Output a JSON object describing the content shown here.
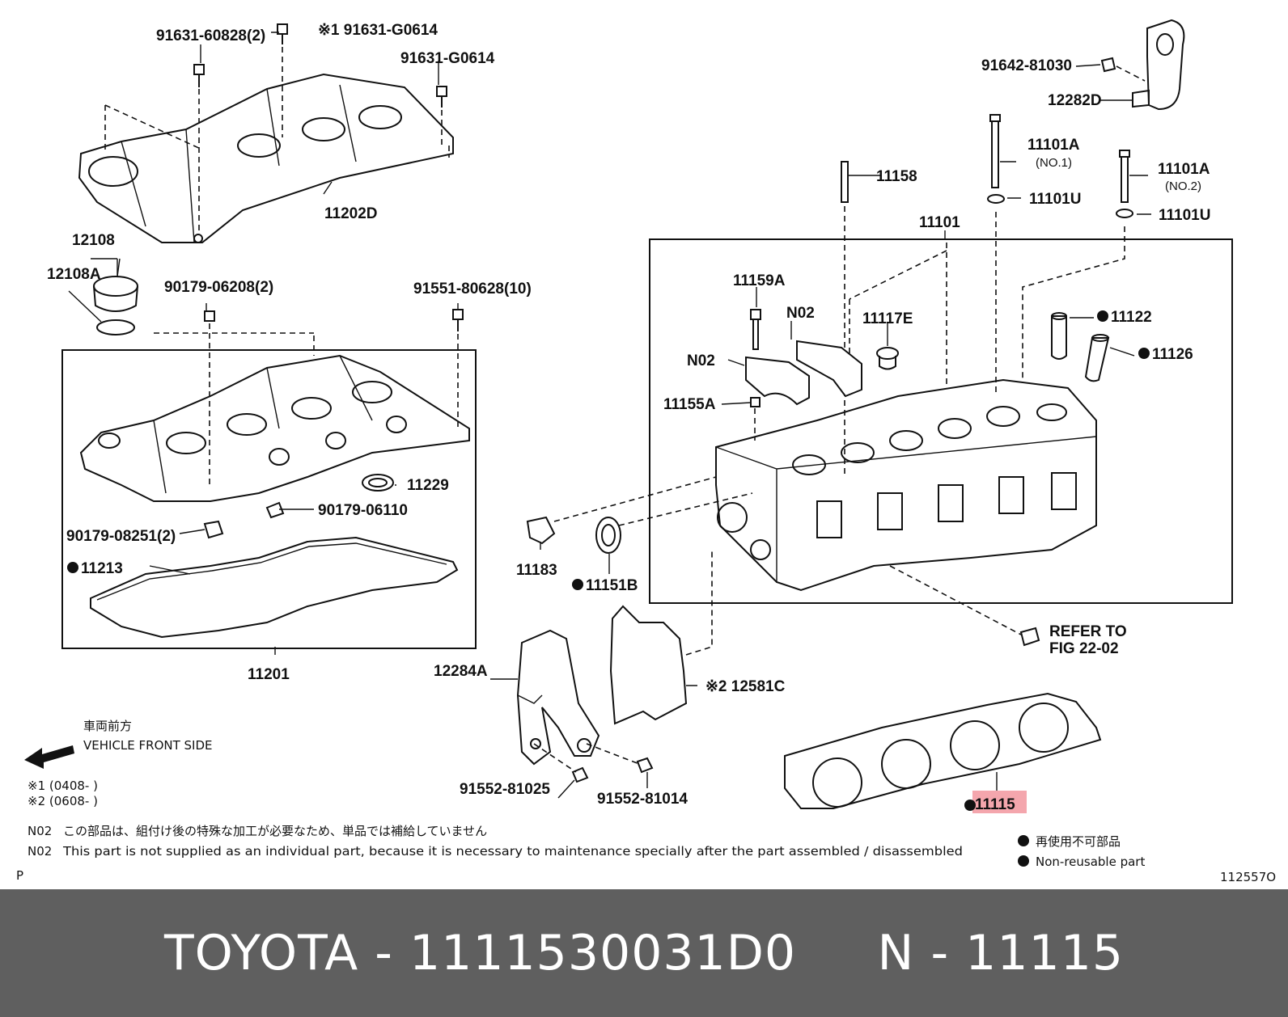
{
  "labels": {
    "l91631_60828": "91631-60828(2)",
    "l91631_g0614a": "※1 91631-G0614",
    "l91631_g0614b": "91631-G0614",
    "l11202d": "11202D",
    "l12108": "12108",
    "l12108a": "12108A",
    "l90179_06208": "90179-06208(2)",
    "l91551_80628": "91551-80628(10)",
    "l11229": "11229",
    "l90179_06110": "90179-06110",
    "l90179_08251": "90179-08251(2)",
    "l11213": "11213",
    "l11201": "11201",
    "l91642_81030": "91642-81030",
    "l12282d": "12282D",
    "l11101a_1": "11101A",
    "l_no1": "(NO.1)",
    "l11158": "11158",
    "l11101u_1": "11101U",
    "l11101a_2": "11101A",
    "l_no2": "(NO.2)",
    "l11101u_2": "11101U",
    "l11101": "11101",
    "l11159a": "11159A",
    "l_n02_a": "N02",
    "l_n02_b": "N02",
    "l11117e": "11117E",
    "l11122": "11122",
    "l11126": "11126",
    "l11155a": "11155A",
    "l11183": "11183",
    "l11151b": "11151B",
    "l_refer": "REFER TO",
    "l_fig": "FIG 22-02",
    "l12284a": "12284A",
    "l12581c": "※2 12581C",
    "l91552_81025": "91552-81025",
    "l91552_81014": "91552-81014",
    "l11115": "11115"
  },
  "front": {
    "jp": "車両前方",
    "en": "VEHICLE FRONT SIDE"
  },
  "footnotes": {
    "n1": "※1 (0408-        )",
    "n2": "※2 (0608-        )",
    "n02_code": "N02",
    "n02_jp": "この部品は、組付け後の特殊な加工が必要なため、単品では補給していません",
    "n02_en": "This part is not supplied as an individual part, because it is necessary to maintenance specially after the part assembled / disassembled"
  },
  "legend": {
    "jp": "再使用不可部品",
    "en": "Non-reusable part"
  },
  "corner": {
    "p": "P",
    "fig_no": "112557O"
  },
  "footer": {
    "brand": "TOYOTA",
    "part_no": "1111530031D0",
    "ref_prefix": "N",
    "ref_no": "11115"
  },
  "colors": {
    "footer_bg": "#5f5f5f",
    "highlight": "#f4a6ad"
  }
}
